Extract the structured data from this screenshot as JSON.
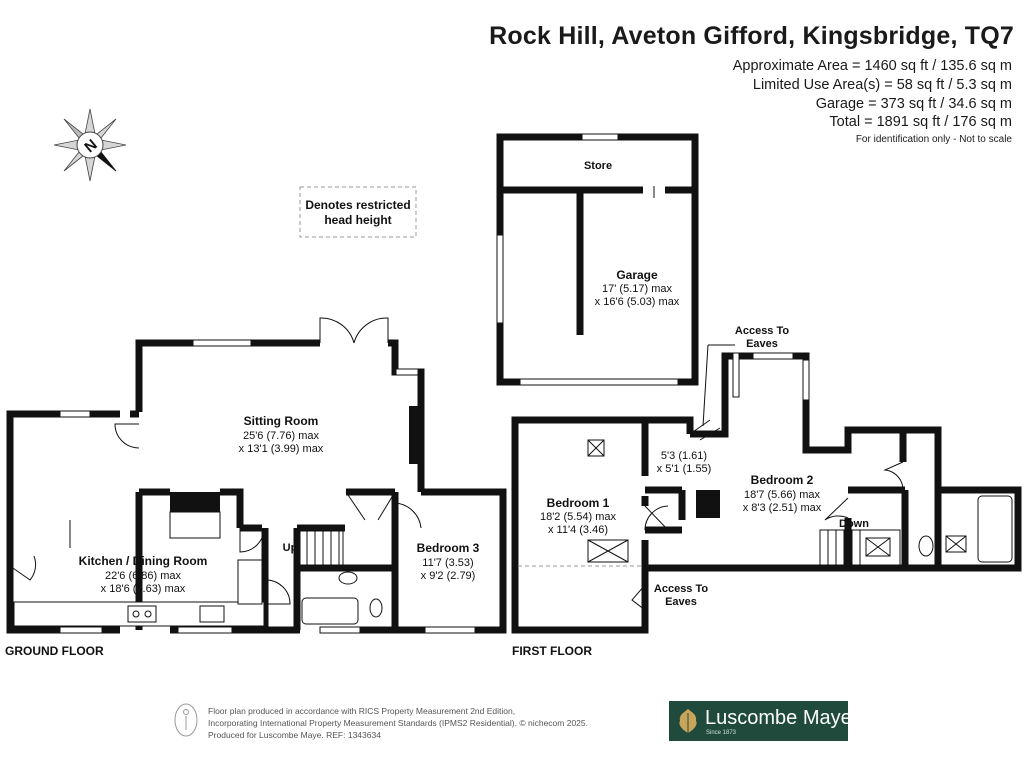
{
  "property": {
    "address": "Rock Hill, Aveton Gifford, Kingsbridge, TQ7"
  },
  "areas": {
    "approximate": "Approximate Area = 1460 sq ft / 135.6 sq m",
    "limited_use": "Limited Use Area(s) = 58 sq ft / 5.3 sq m",
    "garage": "Garage = 373 sq ft / 34.6 sq m",
    "total": "Total = 1891 sq ft / 176 sq m",
    "note": "For identification only - Not to scale"
  },
  "compass": {
    "letter": "N",
    "icon": "north-arrow-icon"
  },
  "legend": {
    "line1": "Denotes restricted",
    "line2": "head height"
  },
  "rooms": {
    "sitting": {
      "name": "Sitting Room",
      "dim1": "25'6 (7.76) max",
      "dim2": "x 13'1 (3.99) max"
    },
    "kitchen": {
      "name": "Kitchen / Dining Room",
      "dim1": "22'6  (6.86) max",
      "dim2": "x 18'6 (5.63) max"
    },
    "bedroom3": {
      "name": "Bedroom 3",
      "dim1": "11'7 (3.53)",
      "dim2": "x 9'2 (2.79)"
    },
    "garage": {
      "name": "Garage",
      "dim1": "17' (5.17) max",
      "dim2": "x 16'6 (5.03) max"
    },
    "store": {
      "name": "Store"
    },
    "bedroom1": {
      "name": "Bedroom 1",
      "dim1": "18'2 (5.54) max",
      "dim2": "x 11'4 (3.46)"
    },
    "bedroom2": {
      "name": "Bedroom 2",
      "dim1": "18'7 (5.66) max",
      "dim2": "x 8'3 (2.51) max"
    },
    "landing": {
      "dim1": "5'3 (1.61)",
      "dim2": "x 5'1 (1.55)"
    }
  },
  "annotations": {
    "up": "Up",
    "down": "Down",
    "access_eaves_top_1": "Access To",
    "access_eaves_top_2": "Eaves",
    "access_eaves_bottom_1": "Access To",
    "access_eaves_bottom_2": "Eaves"
  },
  "floors": {
    "ground": "GROUND FLOOR",
    "first": "FIRST FLOOR"
  },
  "footer": {
    "line1": "Floor plan produced in accordance with RICS Property Measurement 2nd Edition,",
    "line2": "Incorporating International Property Measurement Standards (IPMS2 Residential).  © nichecom 2025.",
    "line3": "Produced for Luscombe Maye.   REF: 1343634",
    "brand": "Luscombe Maye",
    "brand_sub": "Since 1873"
  },
  "colors": {
    "wall": "#111111",
    "brand": "#1f4a3c",
    "text": "#1a1a1a"
  }
}
